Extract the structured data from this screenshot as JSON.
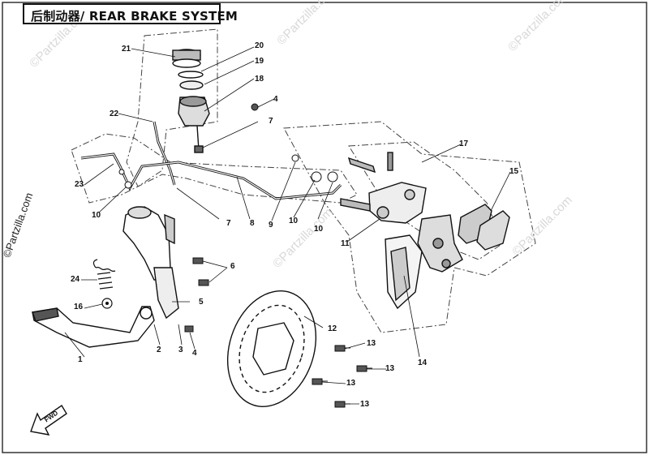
{
  "title": "后制动器/ REAR BRAKE SYSTEM",
  "watermark": "©Partzilla.com",
  "fwd_label": "FWD",
  "callouts": [
    "1",
    "2",
    "3",
    "4",
    "4",
    "5",
    "6",
    "7",
    "7",
    "8",
    "9",
    "10",
    "10",
    "10",
    "11",
    "12",
    "13",
    "13",
    "13",
    "13",
    "14",
    "15",
    "16",
    "17",
    "18",
    "19",
    "20",
    "21",
    "22",
    "23",
    "24"
  ]
}
